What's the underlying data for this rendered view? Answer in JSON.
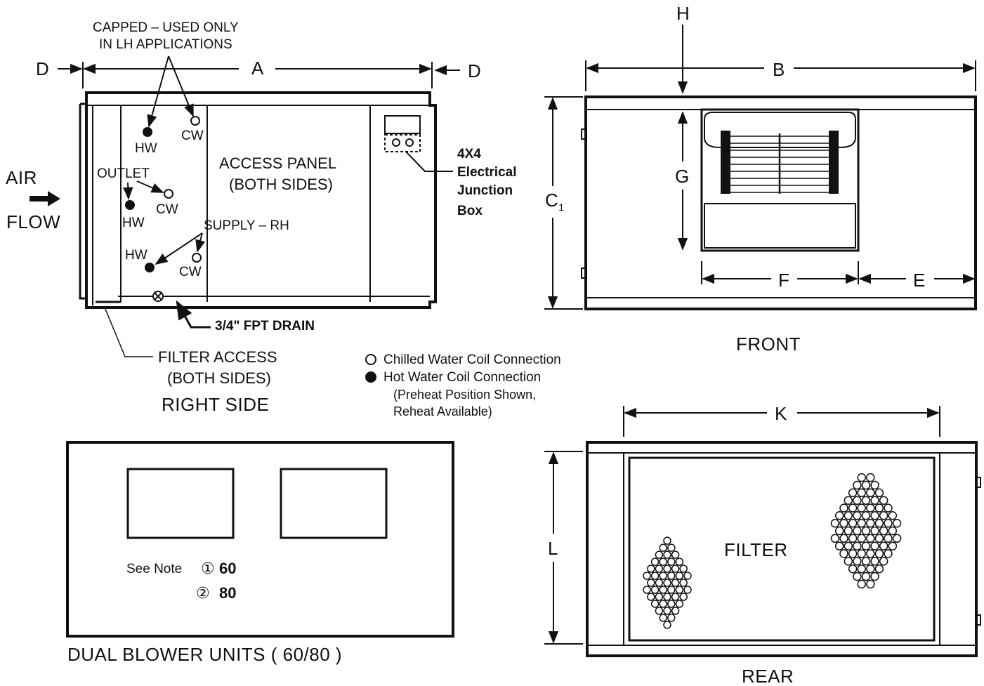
{
  "right_side": {
    "capped_note": [
      "CAPPED – USED ONLY",
      "IN LH APPLICATIONS"
    ],
    "dim_a": "A",
    "dim_d_left": "D",
    "dim_d_right": "D",
    "air_flow": [
      "AIR",
      "FLOW"
    ],
    "hw": "HW",
    "cw": "CW",
    "outlet": "OUTLET",
    "supply_rh": "SUPPLY – RH",
    "access_panel": [
      "ACCESS PANEL",
      "(BOTH SIDES)"
    ],
    "junction_box": [
      "4X4",
      "Electrical",
      "Junction",
      "Box"
    ],
    "drain": "3/4\" FPT DRAIN",
    "filter_access": [
      "FILTER ACCESS",
      "(BOTH SIDES)"
    ],
    "caption": "RIGHT SIDE"
  },
  "legend": {
    "chilled": "Chilled Water Coil Connection",
    "hot": "Hot Water Coil Connection",
    "note": [
      "(Preheat Position Shown,",
      "Reheat Available)"
    ]
  },
  "front": {
    "dim_h": "H",
    "dim_b": "B",
    "dim_c": "C",
    "dim_c_sub": "1",
    "dim_g": "G",
    "dim_f": "F",
    "dim_e": "E",
    "caption": "FRONT"
  },
  "dual_blower": {
    "see_note": "See Note",
    "note1_num": "①",
    "note1_val": "60",
    "note2_num": "②",
    "note2_val": "80",
    "caption": "DUAL BLOWER UNITS ( 60/80 )"
  },
  "rear": {
    "dim_k": "K",
    "dim_l": "L",
    "filter": "FILTER",
    "caption": "REAR"
  }
}
